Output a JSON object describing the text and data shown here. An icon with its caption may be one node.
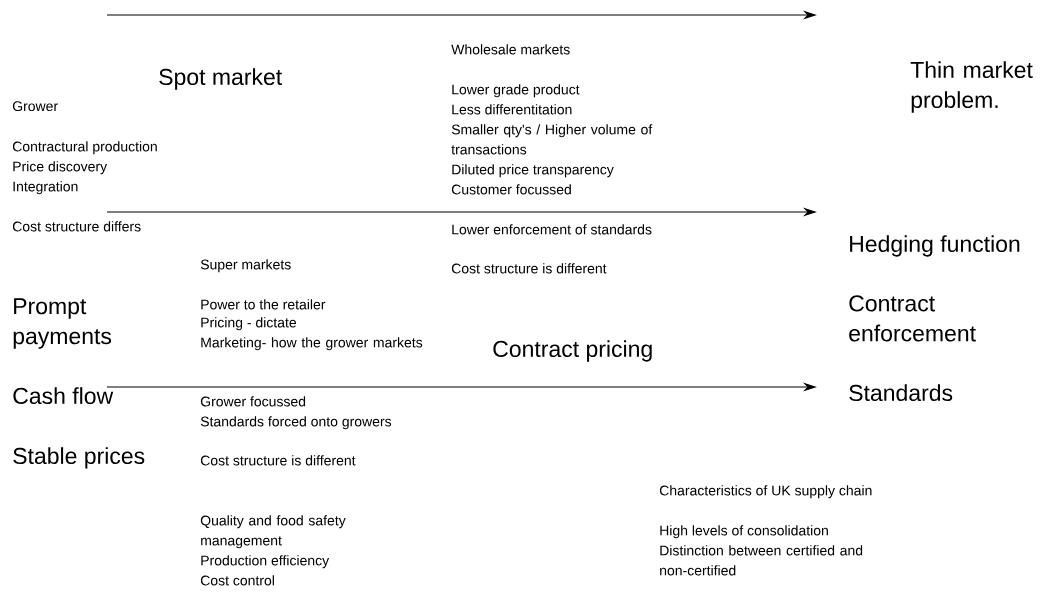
{
  "diagram": {
    "labels": [
      "Wholesale markets",
      "Thin market problem.",
      "Spot market",
      "Lower grade product",
      "Grower",
      "Less differentitation",
      "Smaller qty's / Higher volume of transactions",
      "Contractural production",
      "Price discovery",
      "Diluted price transparency",
      "Integration",
      "Customer focussed",
      "Cost structure differs",
      "Lower enforcement of standards",
      "Hedging function",
      "Super markets",
      "Cost structure is different",
      "Power to the retailer",
      "Prompt payments",
      "Contract enforcement",
      "Pricing - dictate",
      "Marketing- how the grower markets",
      "Contract pricing",
      "Cash flow",
      "Standards",
      "Grower focussed",
      "Standards forced onto growers",
      "Stable prices",
      "Cost structure is different",
      "Characteristics of UK supply chain",
      "Quality and food safety management",
      "High levels of consolidation",
      "Production efficiency",
      "Distinction between certified and non-certified",
      "Cost control"
    ]
  }
}
